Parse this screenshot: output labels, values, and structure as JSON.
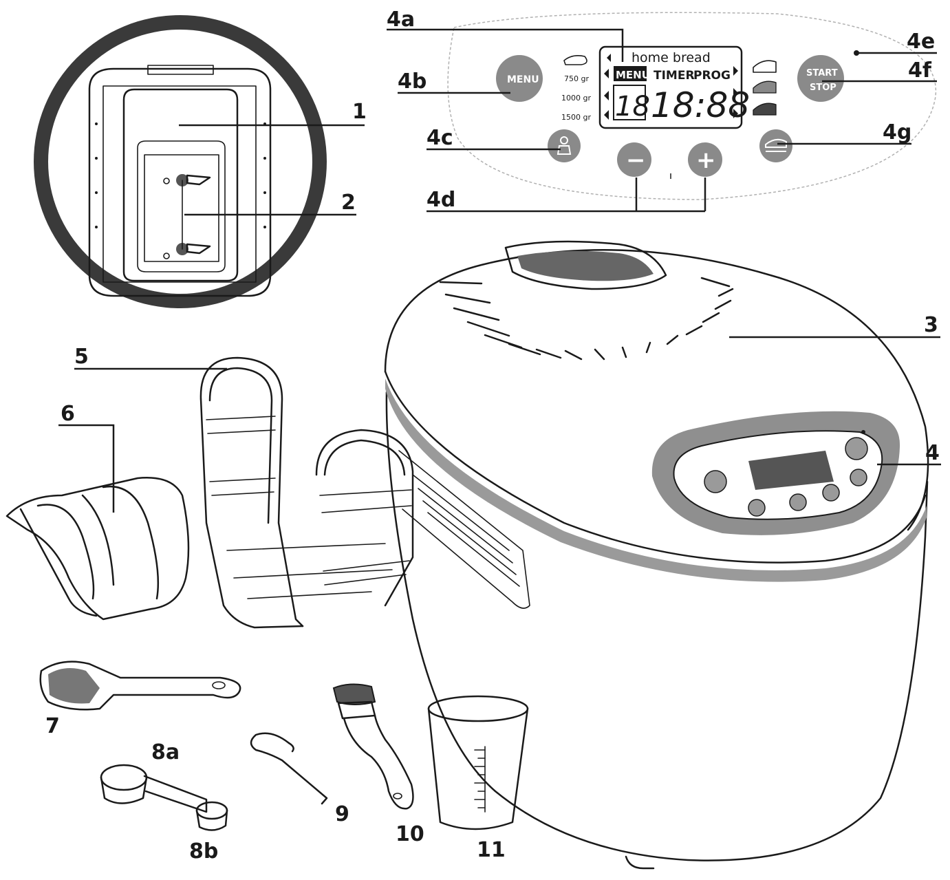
{
  "labels": {
    "l1": "1",
    "l2": "2",
    "l3": "3",
    "l4": "4",
    "l4a": "4a",
    "l4b": "4b",
    "l4c": "4c",
    "l4d": "4d",
    "l4e": "4e",
    "l4f": "4f",
    "l4g": "4g",
    "l5": "5",
    "l6": "6",
    "l7": "7",
    "l8a": "8a",
    "l8b": "8b",
    "l9": "9",
    "l10": "10",
    "l11": "11"
  },
  "panel": {
    "lcd_title": "home bread",
    "lcd_menu": "MENU",
    "lcd_timer": "TIMER",
    "lcd_prog": "PROG",
    "lcd_menu_digits": "18",
    "lcd_time_digits": "18:88",
    "weight_1": "750 gr",
    "weight_2": "1000 gr",
    "weight_3": "1500 gr",
    "menu_button": "MENU",
    "start_label": "START",
    "stop_label": "STOP",
    "minus_symbol": "−",
    "plus_symbol": "+"
  },
  "colors": {
    "line": "#1a1a1a",
    "button_gray": "#8a8a8a",
    "ring_dark": "#3a3a3a",
    "band_gray": "#9a9a9a"
  }
}
